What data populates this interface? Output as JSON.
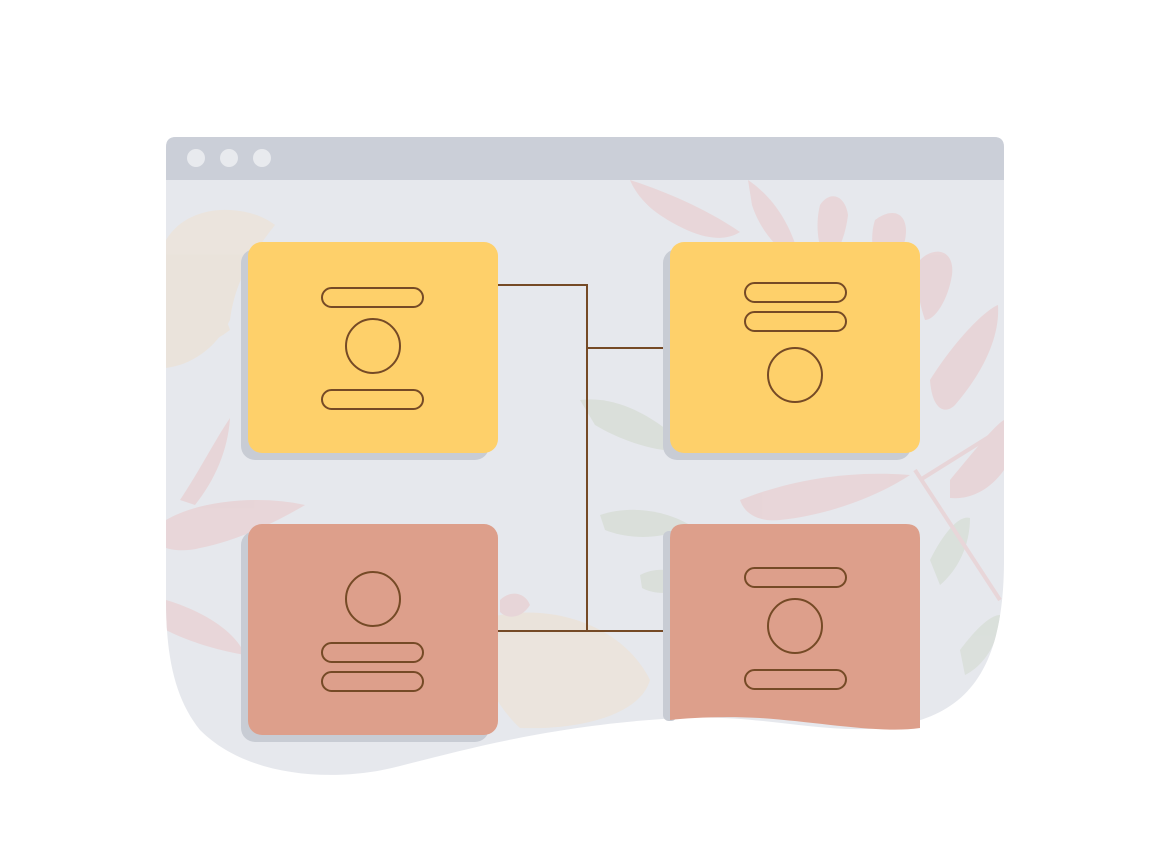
{
  "colors": {
    "page_background": "#ffffff",
    "window_background": "#e6e8ed",
    "title_bar": "#cbcfd8",
    "window_dot": "#e8eaee",
    "card_yellow": "#fed06a",
    "card_salmon": "#dd9f8b",
    "card_shadow": "#c8ccd4",
    "outline_brown": "#754a26",
    "connector_brown": "#754a26",
    "leaf_pink": "#e8d4d6",
    "leaf_green": "#d9dfd9",
    "leaf_beige": "#ebe3da"
  },
  "window": {
    "title_bar_dots": 3
  },
  "cards": [
    {
      "name": "card-top-left",
      "fill": "yellow",
      "layout": "bar-circle-bar"
    },
    {
      "name": "card-top-right",
      "fill": "yellow",
      "layout": "bar-bar-circle"
    },
    {
      "name": "card-bottom-left",
      "fill": "salmon",
      "layout": "circle-bar-bar"
    },
    {
      "name": "card-bottom-right",
      "fill": "salmon",
      "layout": "bar-circle-bar"
    }
  ]
}
